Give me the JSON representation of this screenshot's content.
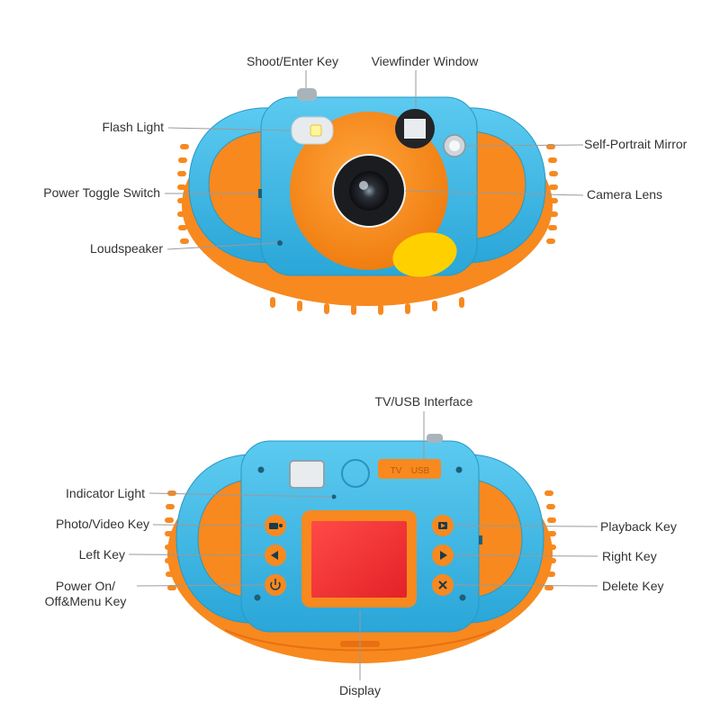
{
  "front_view": {
    "callouts": {
      "shoot_enter_key": "Shoot/Enter Key",
      "viewfinder_window": "Viewfinder Window",
      "flash_light": "Flash Light",
      "self_portrait_mirror": "Self-Portrait Mirror",
      "power_toggle_switch": "Power Toggle Switch",
      "camera_lens": "Camera Lens",
      "loudspeaker": "Loudspeaker"
    }
  },
  "back_view": {
    "callouts": {
      "tv_usb_interface": "TV/USB Interface",
      "indicator_light": "Indicator Light",
      "photo_video_key": "Photo/Video Key",
      "playback_key": "Playback Key",
      "left_key": "Left Key",
      "right_key": "Right Key",
      "power_on_off_menu_key_line1": "Power On/",
      "power_on_off_menu_key_line2": "Off&Menu Key",
      "delete_key": "Delete Key",
      "display": "Display"
    },
    "port_labels": {
      "tv": "TV",
      "usb": "USB"
    }
  },
  "colors": {
    "body_blue": "#33b8e6",
    "body_blue_light": "#5ccaf0",
    "accent_orange": "#f7891f",
    "accent_orange_dark": "#e86f12",
    "yellow_button": "#ffd000",
    "screen_red": "#f4373a",
    "leader_line": "#9a9a9a",
    "text": "#333333"
  },
  "icons": [
    "camera-mode-icon",
    "left-arrow-icon",
    "power-icon",
    "playback-icon",
    "right-arrow-icon",
    "delete-x-icon"
  ]
}
